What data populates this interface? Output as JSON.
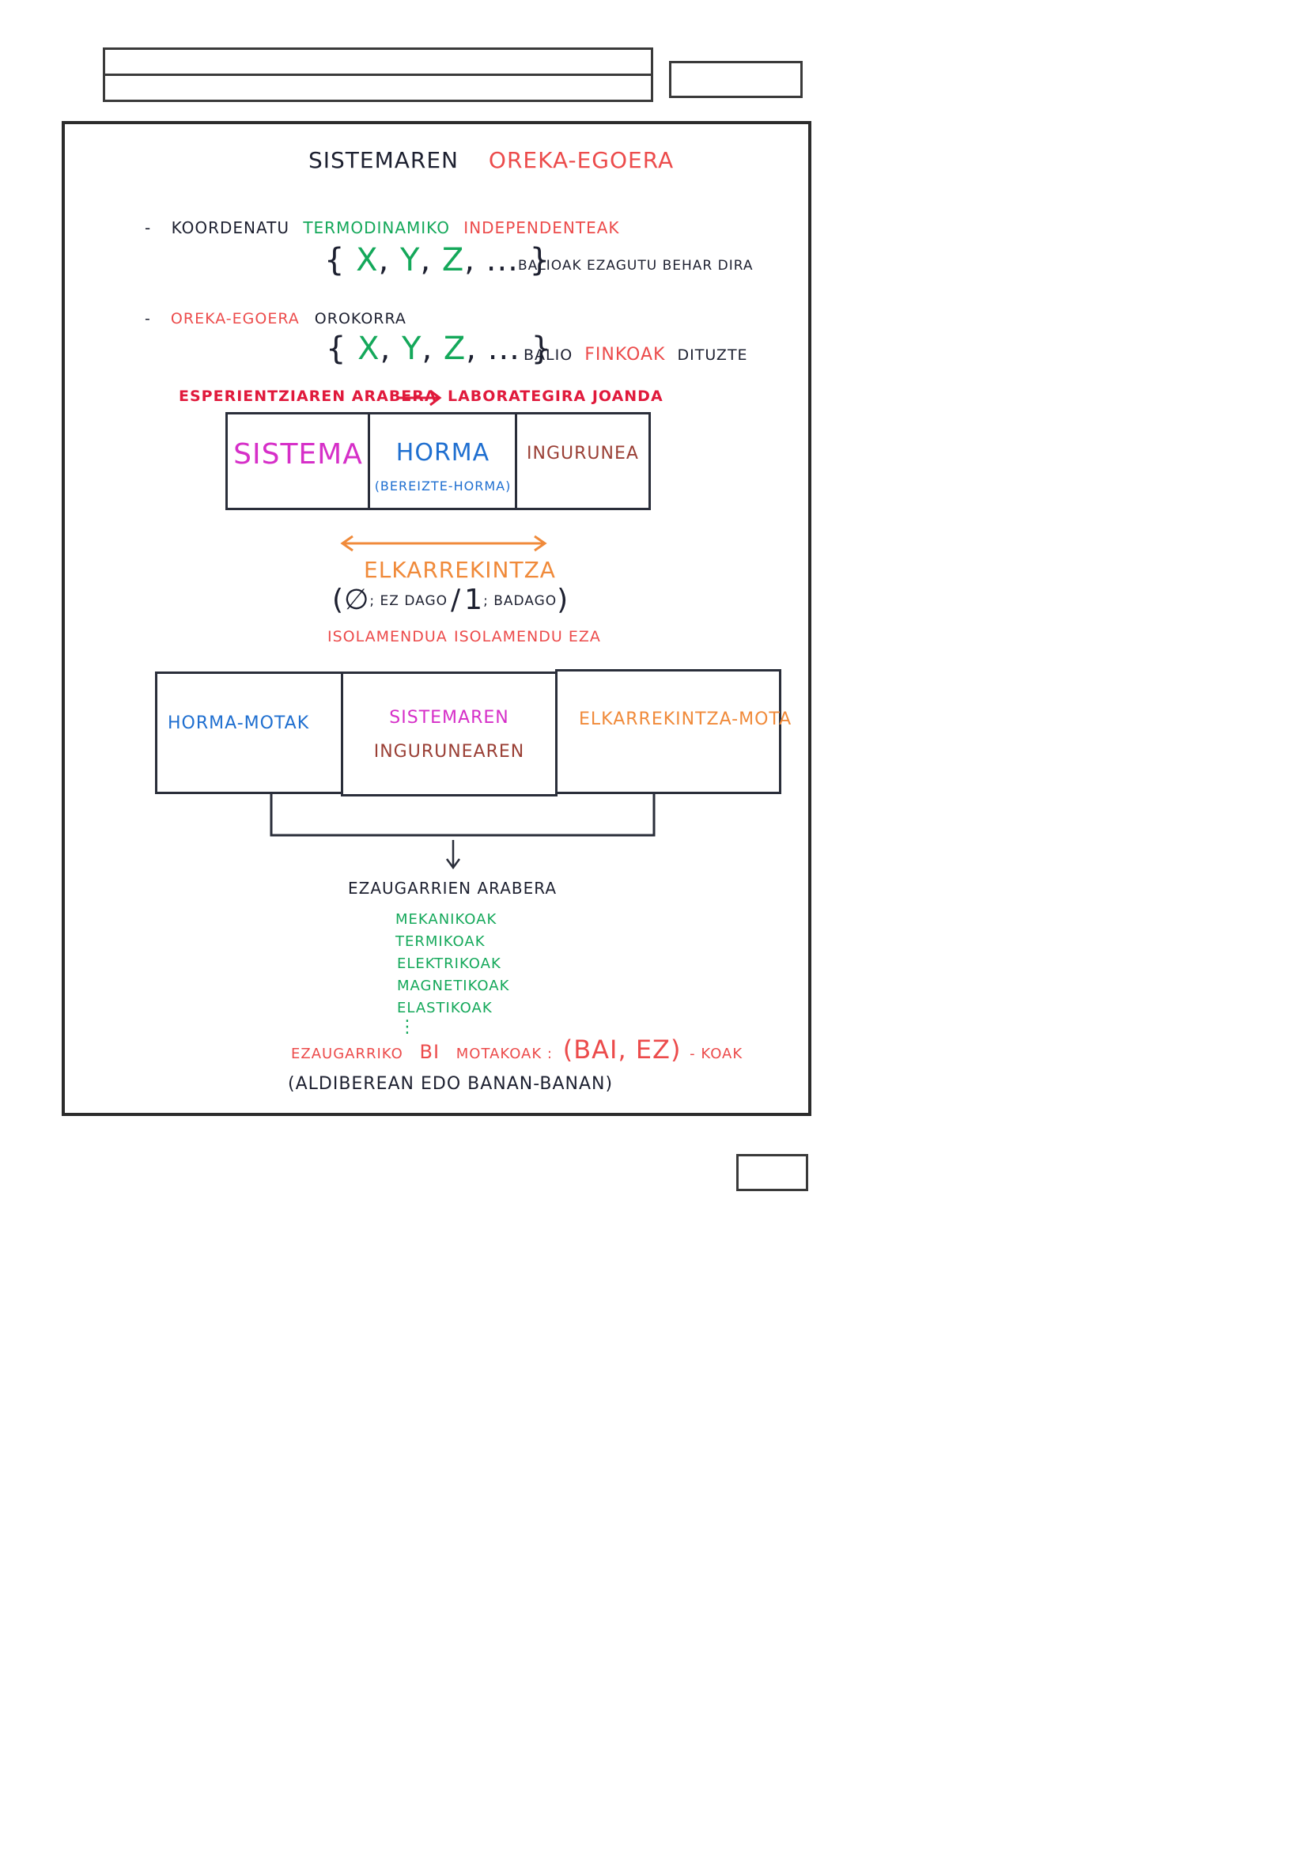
{
  "title": {
    "left": "SISTEMAREN",
    "right": "OREKA-EGOERA"
  },
  "bullet1": {
    "dash": "-",
    "word1": "KOORDENATU",
    "word2": "TERMODINAMIKO",
    "word3": "INDEPENDENTEAK",
    "set_open": "{",
    "x": "X",
    "comma1": ",",
    "y": "Y",
    "comma2": ",",
    "z": "Z",
    "ellipsis": ", ...",
    "set_close": "}",
    "note": "BALIOAK EZAGUTU BEHAR DIRA"
  },
  "bullet2": {
    "dash": "-",
    "word1": "OREKA-EGOERA",
    "word2": "OROKORRA",
    "set_open": "{",
    "x": "X",
    "comma1": ",",
    "y": "Y",
    "comma2": ",",
    "z": "Z",
    "ellipsis": ", ...",
    "set_close": "}",
    "note_a": "BALIO",
    "note_b": "FINKOAK",
    "note_c": "DITUZTE"
  },
  "experiment_line": {
    "left": "ESPERIENTZIAREN ARABERA",
    "right": "LABORATEGIRA JOANDA"
  },
  "system_table": {
    "c1": "SISTEMA",
    "c2": "HORMA",
    "c2_sub": "(BEREIZTE-HORMA)",
    "c3": "INGURUNEA"
  },
  "interaction": {
    "label": "ELKARREKINTZA",
    "paren_open": "(",
    "zero": "∅",
    "zero_text": "; EZ DAGO",
    "slash": "/",
    "one": "1",
    "one_text": "; BADAGO",
    "paren_close": ")",
    "iso": "ISOLAMENDUA",
    "no_iso": "ISOLAMENDU EZA"
  },
  "types_table": {
    "c1": "HORMA-MOTAK",
    "c2_line1": "SISTEMAREN",
    "c2_line2": "INGURUNEAREN",
    "c3": "ELKARREKINTZA-MOTA"
  },
  "properties": {
    "heading": "EZAUGARRIEN ARABERA",
    "items": [
      "MEKANIKOAK",
      "TERMIKOAK",
      "ELEKTRIKOAK",
      "MAGNETIKOAK",
      "ELASTIKOAK"
    ],
    "vdots": "⋮",
    "summary_a": "EZAUGARRIKO",
    "summary_b": "BI",
    "summary_c": "MOTAKOAK :",
    "summary_d": "(BAI, EZ)",
    "summary_e": "- KOAK",
    "final": "(ALDIBEREAN EDO BANAN-BANAN)"
  }
}
